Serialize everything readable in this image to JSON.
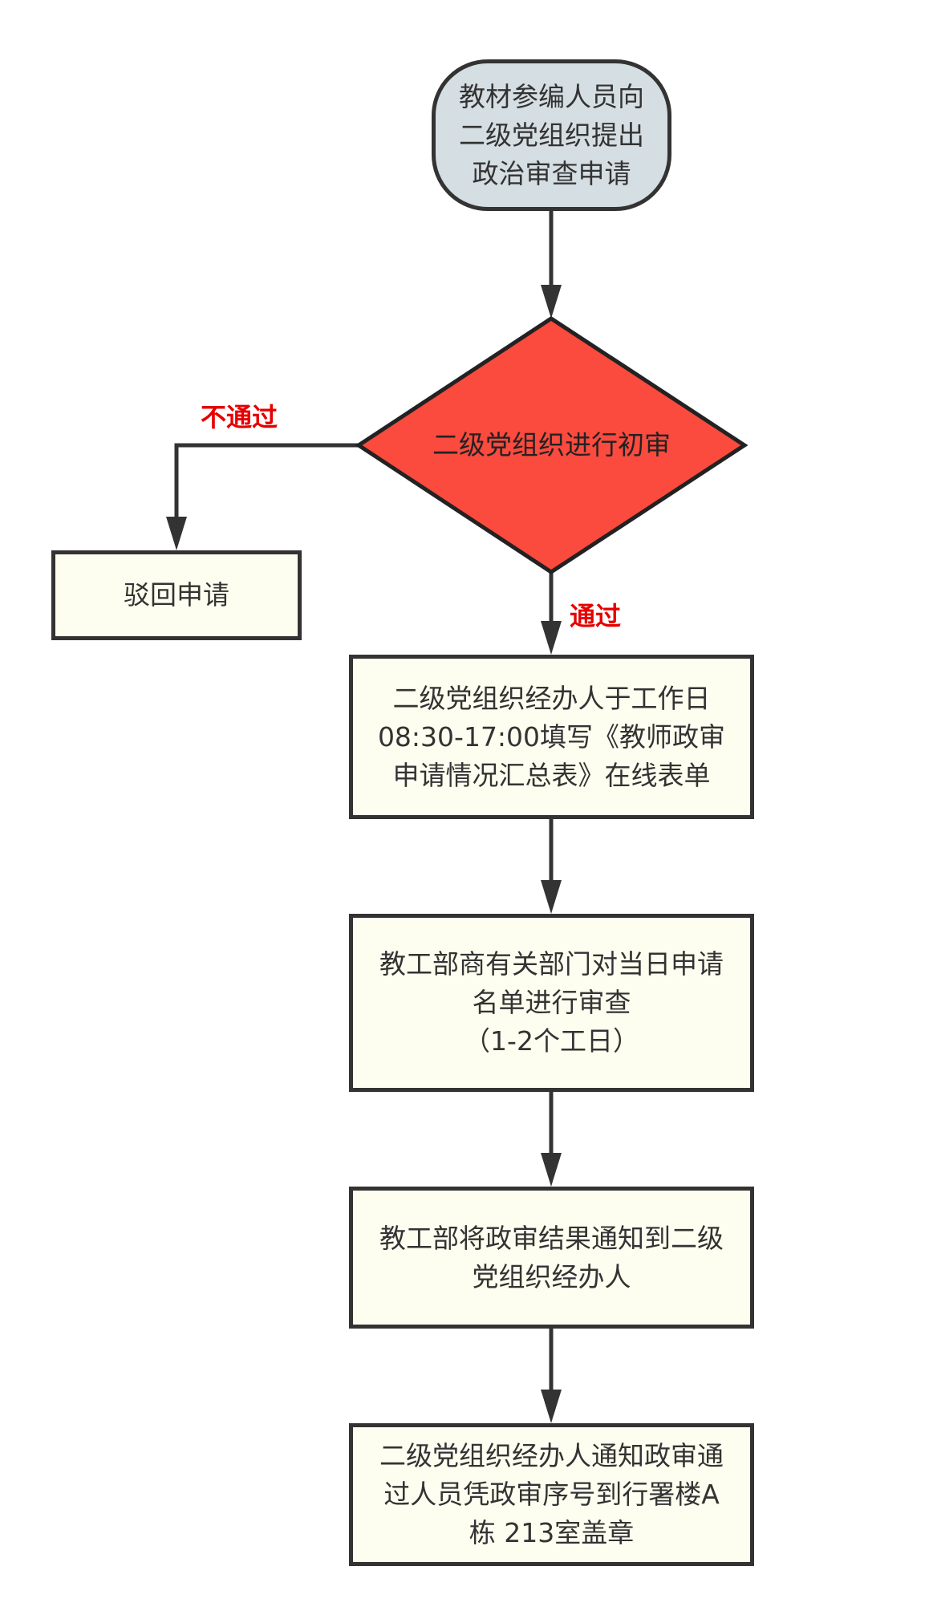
{
  "nodes": {
    "start": "教材参编人员向\n二级党组织提出\n政治审查申请",
    "decision": "二级党组织进行初审",
    "reject": "驳回申请",
    "step1": "二级党组织经办人于工作日\n08:30-17:00填写《教师政审\n申请情况汇总表》在线表单",
    "step2": "教工部商有关部门对当日申请\n名单进行审查\n（1-2个工日）",
    "step3": "教工部将政审结果通知到二级\n党组织经办人",
    "step4": "二级党组织经办人通知政审通\n过人员凭政审序号到行署楼A\n栋 213室盖章"
  },
  "edges": {
    "fail_label": "不通过",
    "pass_label": "通过"
  },
  "colors": {
    "decision_fill": "#fb4a3e",
    "start_fill": "#d5dee2",
    "box_fill": "#fefef0",
    "label_red": "#e60000",
    "stroke": "#333333"
  }
}
